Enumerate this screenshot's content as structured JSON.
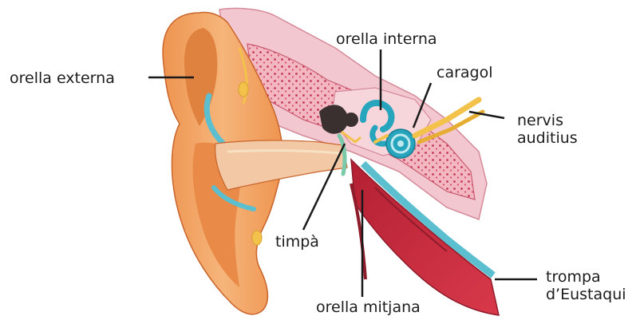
{
  "labels": {
    "outer_ear": "orella externa",
    "inner_ear": "orella interna",
    "cochlea": "caragol",
    "auditory_nerves_line1": "nervis",
    "auditory_nerves_line2": "auditius",
    "eardrum": "timpà",
    "middle_ear": "orella mitjana",
    "eustachian_line1": "trompa",
    "eustachian_line2": "d’Eustaqui"
  },
  "colors": {
    "skin_light": "#f6b57a",
    "skin_mid": "#ee9450",
    "skin_dark": "#d86a2c",
    "bone_pink": "#ef9fae",
    "bone_pale": "#f6cdd3",
    "bone_dots": "#c23a55",
    "canal_fill": "#f2c9a4",
    "fluid_blue": "#5bbfcf",
    "cochlea_blue": "#26a5bd",
    "nerve_yellow": "#f3c24a",
    "ossicle_dark": "#3a3030",
    "tube_red": "#c8283a",
    "tube_dark": "#8e1c2a",
    "leader_line": "#1a1a1a"
  }
}
